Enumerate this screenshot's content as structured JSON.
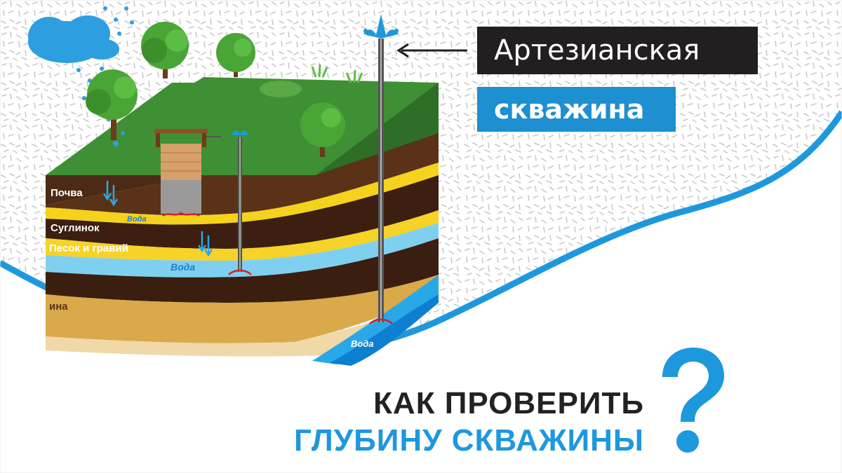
{
  "title_box": {
    "line1": "Артезианская",
    "line2": "скважина"
  },
  "headline": {
    "line1": "КАК ПРОВЕРИТЬ",
    "line2": "ГЛУБИНУ СКВАЖИНЫ"
  },
  "diagram_labels": {
    "soil": "Почва",
    "loam": "Суглинок",
    "sand_gravel": "Песок и гравий",
    "clay_partial": "ина",
    "water_1": "Вода",
    "water_2": "Вода",
    "water_3": "Вода"
  },
  "colors": {
    "accent_blue": "#1e98dd",
    "dark_box": "#231f20",
    "grass": "#3f8f34",
    "soil_brown": "#5a3218",
    "sand_yellow": "#f5d21c",
    "water": "#29a8e8"
  },
  "icons": [
    "rain-cloud-icon",
    "tree-icon",
    "well-icon",
    "fountain-icon",
    "question-mark-icon"
  ]
}
